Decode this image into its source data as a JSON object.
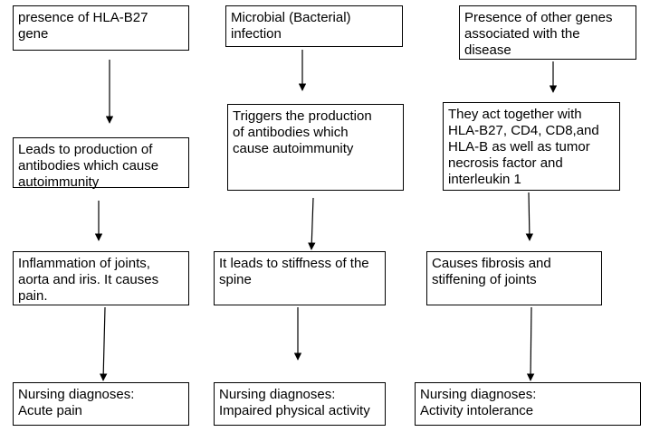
{
  "columns": [
    {
      "boxes": [
        "presence of HLA-B27\ngene",
        "Leads to production of\nantibodies which cause\nautoimmunity",
        "Inflammation of joints,\naorta and iris. It causes\npain.",
        "Nursing diagnoses:\nAcute pain"
      ]
    },
    {
      "boxes": [
        "Microbial (Bacterial)\ninfection",
        "Triggers the production\nof antibodies which\ncause autoimmunity",
        "It leads to stiffness of the\nspine",
        "Nursing diagnoses:\nImpaired physical activity"
      ]
    },
    {
      "boxes": [
        "Presence of other genes\nassociated with the\ndisease",
        "They act together with\nHLA-B27, CD4, CD8,and\nHLA-B  as well as tumor\nnecrosis factor and\ninterleukin 1",
        "Causes fibrosis and\nstiffening of joints",
        "Nursing diagnoses:\nActivity intolerance"
      ]
    }
  ]
}
